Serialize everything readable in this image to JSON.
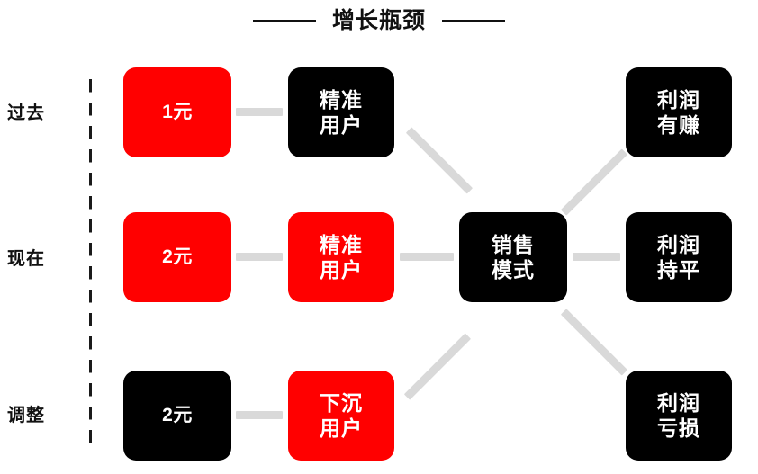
{
  "title": {
    "text": "增长瓶颈",
    "rule_left": "title-rule-left",
    "rule_right": "title-rule-right"
  },
  "colors": {
    "red": "#ff0000",
    "black": "#000000",
    "connector": "#d9d9d9",
    "text_dark": "#111111",
    "background": "#ffffff"
  },
  "rows": [
    {
      "label": "过去",
      "nodes": {
        "price": "1元",
        "segment": "精准\n用户",
        "outcome": "利润\n有赚"
      }
    },
    {
      "label": "现在",
      "nodes": {
        "price": "2元",
        "segment": "精准\n用户",
        "center": "销售\n模式",
        "outcome": "利润\n持平"
      }
    },
    {
      "label": "调整",
      "nodes": {
        "price": "2元",
        "segment": "下沉\n用户",
        "outcome": "利润\n亏损"
      }
    }
  ],
  "center_node": {
    "label": "销售\n模式"
  }
}
